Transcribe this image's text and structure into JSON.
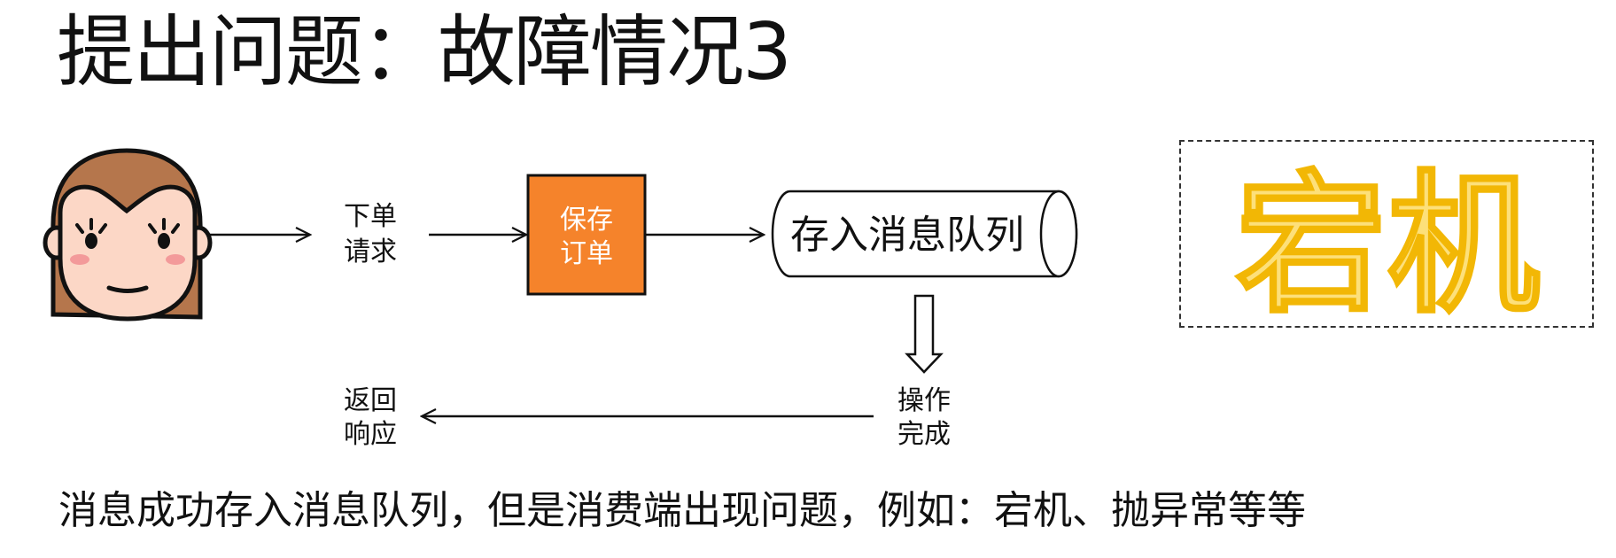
{
  "title": "提出问题：故障情况3",
  "flow": {
    "request_label_line1": "下单",
    "request_label_line2": "请求",
    "save_order_line1": "保存",
    "save_order_line2": "订单",
    "queue_label": "存入消息队列",
    "done_label_line1": "操作",
    "done_label_line2": "完成",
    "response_label_line1": "返回",
    "response_label_line2": "响应"
  },
  "crash_text": "宕机",
  "caption": "消息成功存入消息队列，但是消费端出现问题，例如：宕机、抛异常等等",
  "colors": {
    "save_order_fill": "#f5832b",
    "crash_fill": "#fde07a",
    "crash_stroke": "#f2b705",
    "hair": "#b5764c",
    "skin": "#fcd7c6",
    "blush": "#f39a9a"
  },
  "icons": [
    "user-avatar-icon",
    "arrow-right-icon",
    "arrow-left-icon",
    "hollow-arrow-down-icon"
  ]
}
